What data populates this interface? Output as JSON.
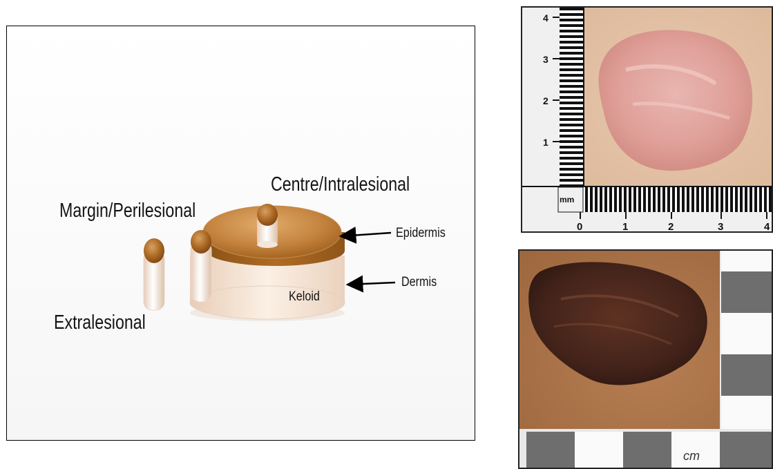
{
  "diagram": {
    "labels": {
      "centre": "Centre/Intralesional",
      "margin": "Margin/Perilesional",
      "extra": "Extralesional",
      "epidermis": "Epidermis",
      "dermis": "Dermis",
      "keloid": "Keloid"
    },
    "colors": {
      "epidermis": "#b8732e",
      "dermis": "#f5e4d6",
      "biopsy_cap": "#a2601f"
    }
  },
  "photo_top": {
    "ruler_vertical_ticks": [
      "4",
      "3",
      "2",
      "1"
    ],
    "ruler_horizontal_ticks": [
      "0",
      "1",
      "2",
      "3",
      "4"
    ],
    "unit": "mm"
  },
  "photo_bottom": {
    "unit": "cm"
  }
}
